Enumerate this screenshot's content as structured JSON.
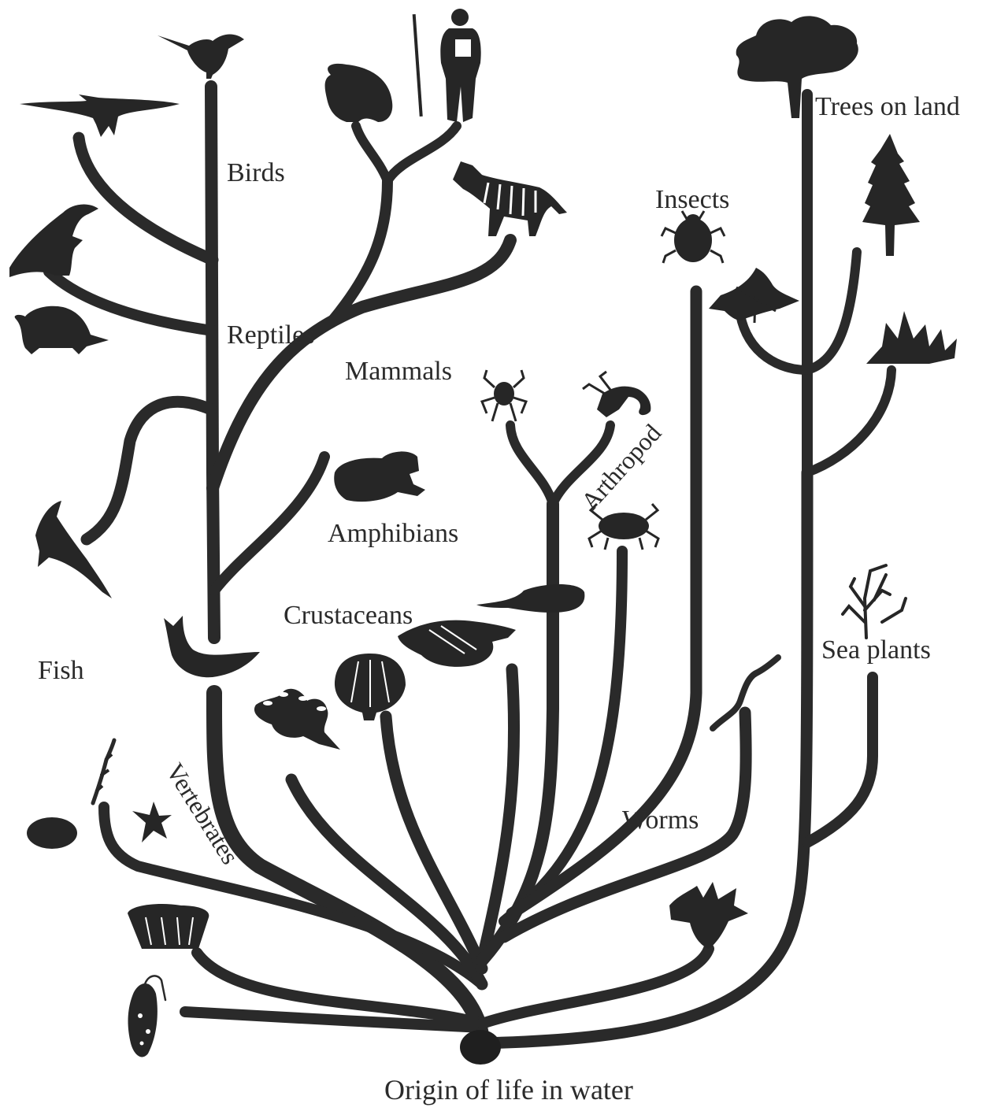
{
  "labels": {
    "birds": "Birds",
    "reptiles": "Reptiles",
    "mammals": "Mammals",
    "trees_on_land": "Trees on land",
    "insects": "Insects",
    "arthropod": "Arthropod",
    "amphibians": "Amphibians",
    "crustaceans": "Crustaceans",
    "fish": "Fish",
    "sea_plants": "Sea plants",
    "worms": "Worms",
    "vertebrates": "Vertebrates",
    "origin": "Origin of life in water"
  },
  "colors": {
    "ink": "#2a2a2a",
    "background": "#ffffff"
  },
  "icons": [
    "bird-icon",
    "pterosaur-icon",
    "gorilla-icon",
    "human-icon",
    "zebra-icon",
    "dinosaur-icon",
    "turtle-icon",
    "beetle-icon",
    "tree-icon",
    "conifer-icon",
    "fern-icon",
    "moss-icon",
    "spider-icon",
    "scorpion-icon",
    "frog-icon",
    "crab-icon",
    "ancient-fish-icon",
    "whale-icon",
    "squid-icon",
    "shrimp-icon",
    "scallop-icon",
    "coral-icon",
    "worm-icon",
    "seaweed-icon",
    "starfish-icon",
    "sea-lily-icon",
    "sponge-icon",
    "sea-anemone-icon",
    "jellyfish-icon",
    "protozoan-icon",
    "sea-plant-icon"
  ]
}
